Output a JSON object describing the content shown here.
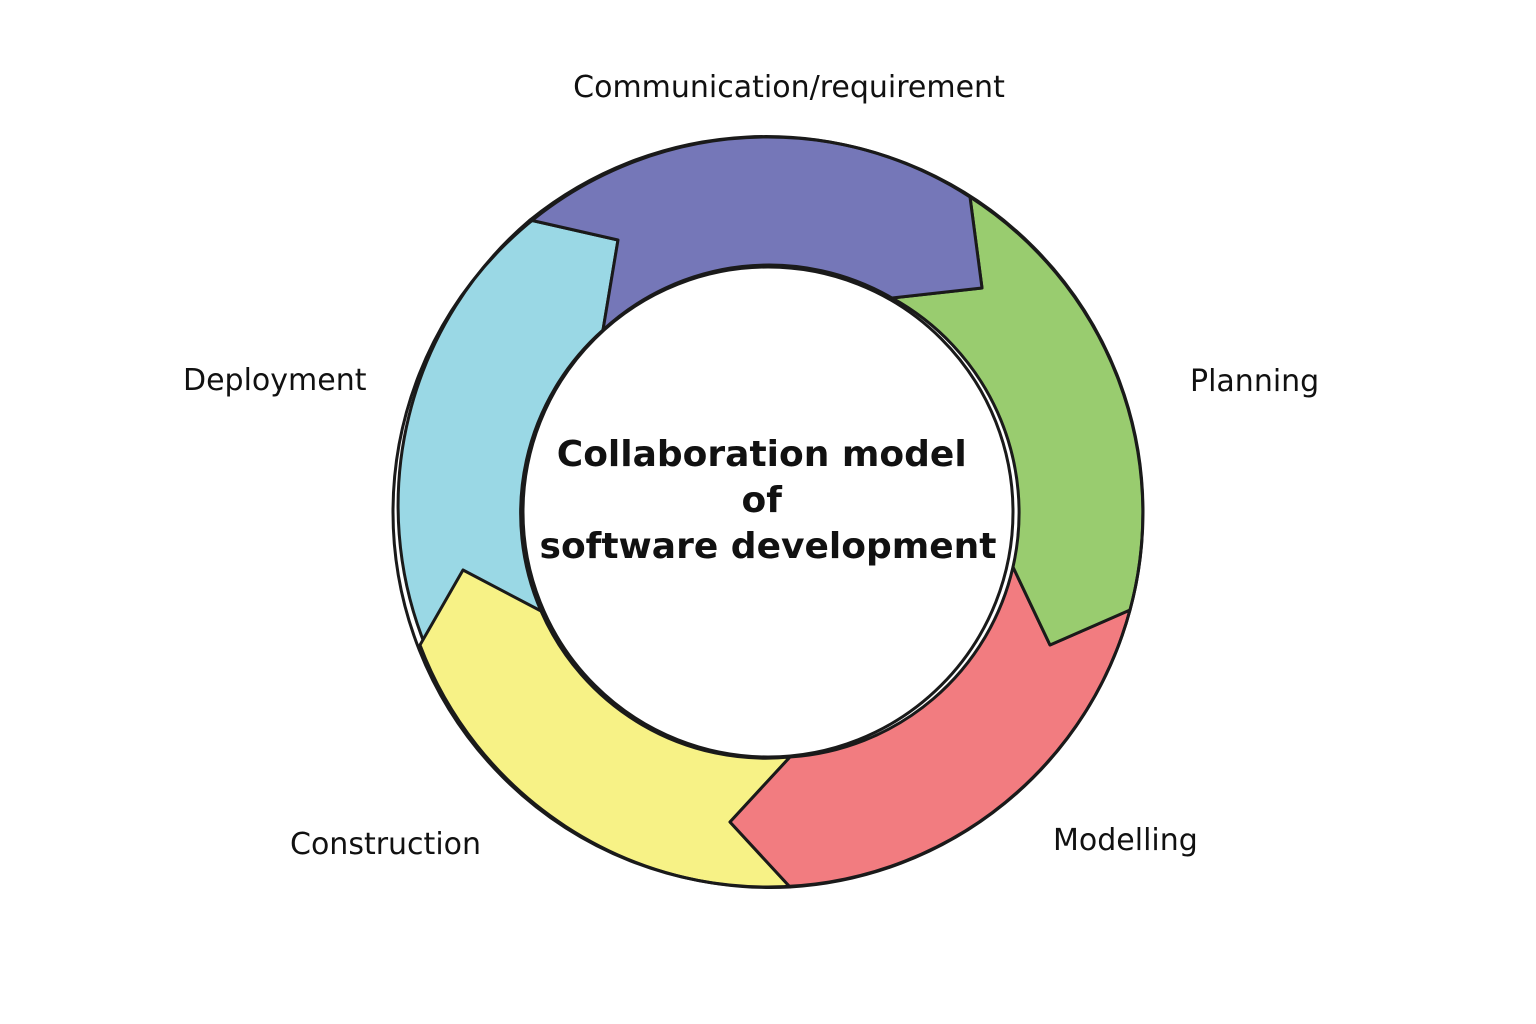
{
  "diagram": {
    "center_title": [
      "Collaboration model",
      "of",
      "software development"
    ],
    "phases": [
      {
        "label": "Communication/requirement",
        "color": "#7577b8"
      },
      {
        "label": "Planning",
        "color": "#99cc6f"
      },
      {
        "label": "Modelling",
        "color": "#f27c80"
      },
      {
        "label": "Construction",
        "color": "#f7f286"
      },
      {
        "label": "Deployment",
        "color": "#9ad8e5"
      }
    ],
    "outline_color": "#1a1a1a",
    "center_fill": "#ffffff"
  }
}
